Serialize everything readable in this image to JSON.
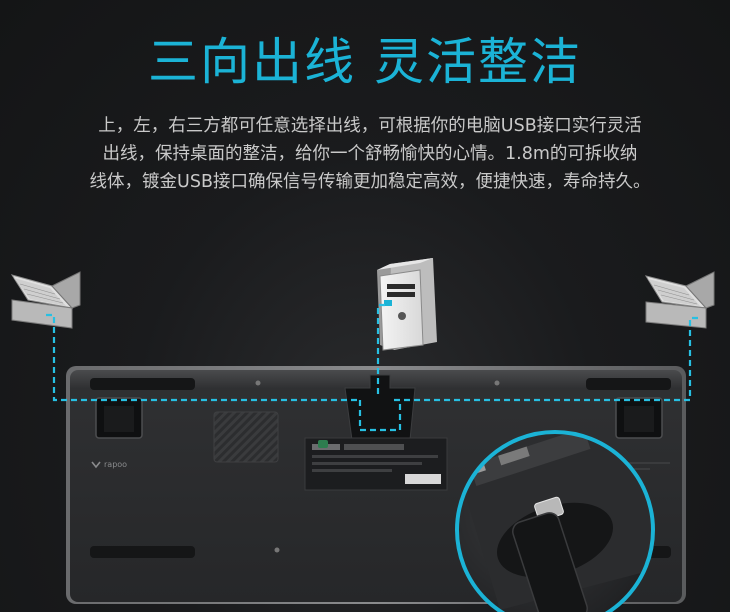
{
  "headline": "三向出线 灵活整洁",
  "description": {
    "line1": "上，左，右三方都可任意选择出线，可根据你的电脑USB接口实行灵活",
    "line2": "出线，保持桌面的整洁，给你一个舒畅愉快的心情。1.8m的可拆收纳",
    "line3": "线体，镀金USB接口确保信号传输更加稳定高效，便捷快速，寿命持久。"
  },
  "keyboard": {
    "brand_logo": "rapoo"
  },
  "colors": {
    "accent": "#1bb3d6",
    "cable_dash": "#27c0e3",
    "background": "#1a1b1d"
  }
}
